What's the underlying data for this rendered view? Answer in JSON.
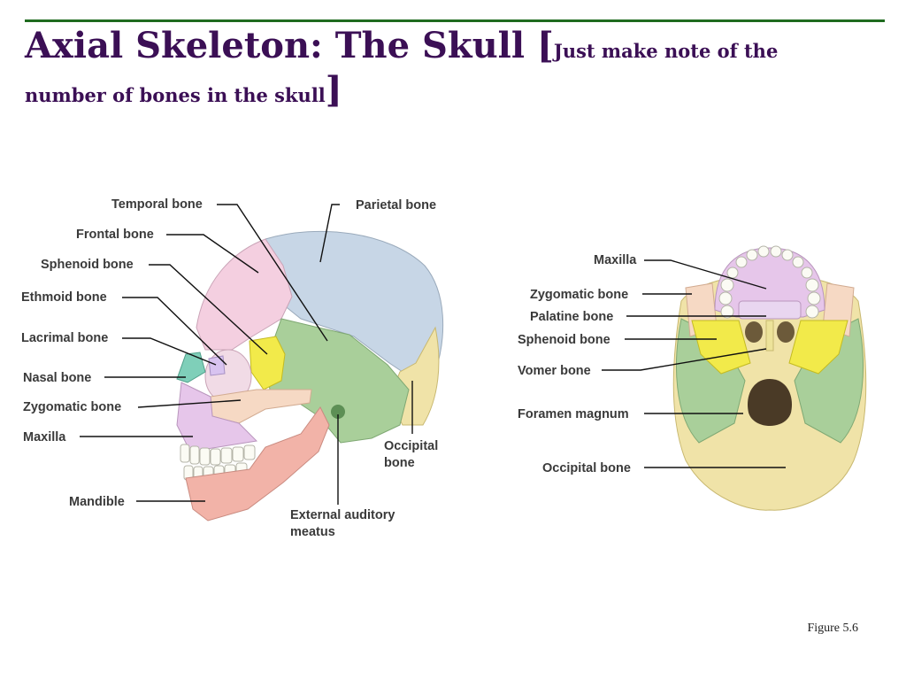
{
  "slide": {
    "title_main": "Axial Skeleton: The Skull [",
    "title_note_1": "Just make note of the",
    "title_note_2": "number of bones in the skull",
    "title_close": "]",
    "caption": "Figure 5.6"
  },
  "colors": {
    "title": "#3b0f55",
    "rule": "#1f6b1f",
    "frontal": "#f4cfe0",
    "parietal": "#c7d6e6",
    "occipital": "#f0e3a8",
    "temporal": "#a9cf9a",
    "sphenoid": "#f2ea4a",
    "zygomatic": "#f6d9c4",
    "maxilla": "#e6c6ea",
    "mandible": "#f2b3a8",
    "nasal": "#7fcfb9",
    "palatine": "#e9d6f0",
    "teeth": "#fbfbf4"
  },
  "lateral_view": {
    "labels": {
      "temporal": "Temporal bone",
      "parietal": "Parietal bone",
      "frontal": "Frontal bone",
      "sphenoid": "Sphenoid bone",
      "ethmoid": "Ethmoid bone",
      "lacrimal": "Lacrimal bone",
      "nasal": "Nasal bone",
      "zygomatic": "Zygomatic bone",
      "maxilla": "Maxilla",
      "mandible": "Mandible",
      "occipital_1": "Occipital",
      "occipital_2": "bone",
      "meatus_1": "External auditory",
      "meatus_2": "meatus"
    }
  },
  "inferior_view": {
    "labels": {
      "maxilla": "Maxilla",
      "zygomatic": "Zygomatic bone",
      "palatine": "Palatine bone",
      "sphenoid": "Sphenoid bone",
      "vomer": "Vomer bone",
      "foramen": "Foramen magnum",
      "occipital": "Occipital bone"
    }
  }
}
